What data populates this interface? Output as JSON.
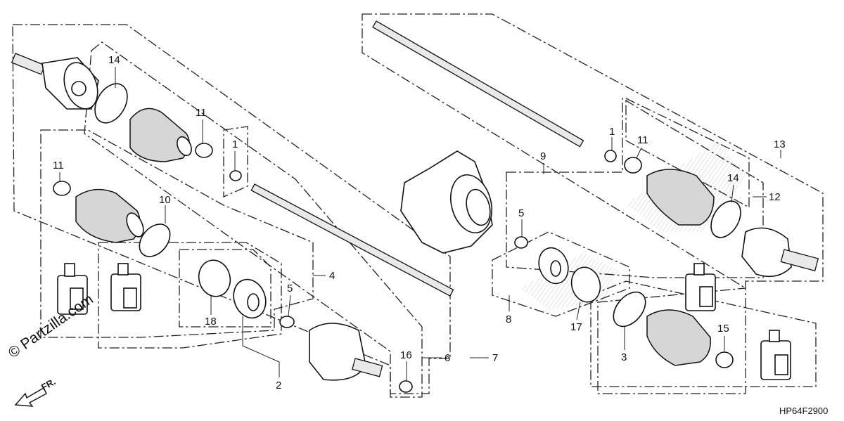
{
  "diagram": {
    "callouts": [
      {
        "id": "c14a",
        "text": "14"
      },
      {
        "id": "c11a",
        "text": "11"
      },
      {
        "id": "c1a",
        "text": "1"
      },
      {
        "id": "c11b",
        "text": "11"
      },
      {
        "id": "c10",
        "text": "10"
      },
      {
        "id": "c18",
        "text": "18"
      },
      {
        "id": "c5a",
        "text": "5"
      },
      {
        "id": "c4",
        "text": "4"
      },
      {
        "id": "c2",
        "text": "2"
      },
      {
        "id": "c16",
        "text": "16"
      },
      {
        "id": "c6",
        "text": "6"
      },
      {
        "id": "c7",
        "text": "7"
      },
      {
        "id": "c9",
        "text": "9"
      },
      {
        "id": "c1b",
        "text": "1"
      },
      {
        "id": "c11c",
        "text": "11"
      },
      {
        "id": "c13",
        "text": "13"
      },
      {
        "id": "c5b",
        "text": "5"
      },
      {
        "id": "c14b",
        "text": "14"
      },
      {
        "id": "c12",
        "text": "12"
      },
      {
        "id": "c8",
        "text": "8"
      },
      {
        "id": "c17",
        "text": "17"
      },
      {
        "id": "c3",
        "text": "3"
      },
      {
        "id": "c15",
        "text": "15"
      }
    ],
    "watermark": "© Partzilla.com",
    "front_label": "FR.",
    "diagram_code": "HP64F2900"
  }
}
